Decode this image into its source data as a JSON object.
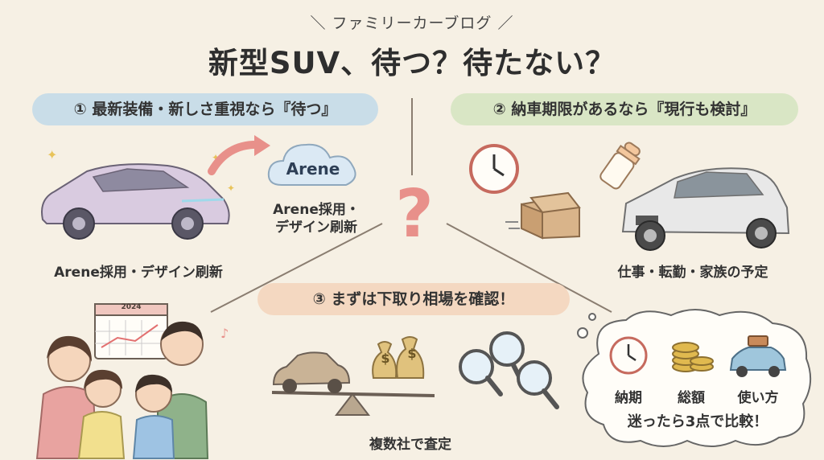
{
  "header": {
    "subtitle": "＼ ファミリーカーブログ ／",
    "title": "新型SUV、待つ？待たない？"
  },
  "sections": {
    "wait": {
      "heading": "① 最新装備・新しさ重視なら『待つ』",
      "cloud_label": "Arene",
      "cloud_caption_line1": "Arene採用・",
      "cloud_caption_line2": "デザイン刷新",
      "caption": "Arene採用・デザイン刷新",
      "calendar_year": "2024"
    },
    "current": {
      "heading": "② 納車期限があるなら『現行も検討』",
      "caption": "仕事・転勤・家族の予定"
    },
    "tradein": {
      "heading": "③ まずは下取り相場を確認！",
      "caption": "複数社で査定",
      "money_symbol": "$"
    },
    "compare": {
      "items": [
        "納期",
        "総額",
        "使い方"
      ],
      "summary": "迷ったら3点で比較！"
    }
  },
  "colors": {
    "background": "#f6f0e4",
    "pill_blue": "#c9dde8",
    "pill_green": "#d9e6c5",
    "pill_peach": "#f4d8c1",
    "question_mark": "#e8908a"
  },
  "icons": [
    "clock-icon",
    "baby-bottle-icon",
    "box-icon",
    "coins-icon",
    "car-icon",
    "magnifier-icon",
    "money-bag-icon",
    "calendar-icon",
    "cloud-icon",
    "question-mark-icon"
  ]
}
